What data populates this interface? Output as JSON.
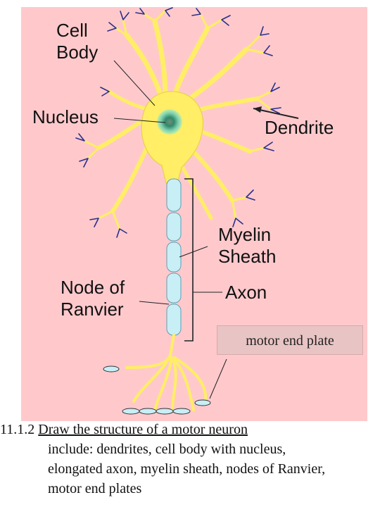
{
  "labels": {
    "cell_body": "Cell",
    "cell_body_2": "Body",
    "nucleus": "Nucleus",
    "dendrite": "Dendrite",
    "myelin": "Myelin",
    "myelin_2": "Sheath",
    "node": "Node of",
    "node_2": "Ranvier",
    "axon": "Axon",
    "motor_end_plate": "motor end plate"
  },
  "caption": {
    "number": "11.1.2",
    "title": "Draw the structure of a motor neuron",
    "lines": [
      "include:  dendrites, cell body with nucleus,",
      "elongated axon, myelin sheath, nodes of Ranvier,",
      "motor end plates"
    ]
  },
  "colors": {
    "background": "#ffc9cc",
    "cell_body": "#ffee66",
    "myelin": "#c8eef6",
    "dendrite_tips": "#2a2f8a"
  }
}
